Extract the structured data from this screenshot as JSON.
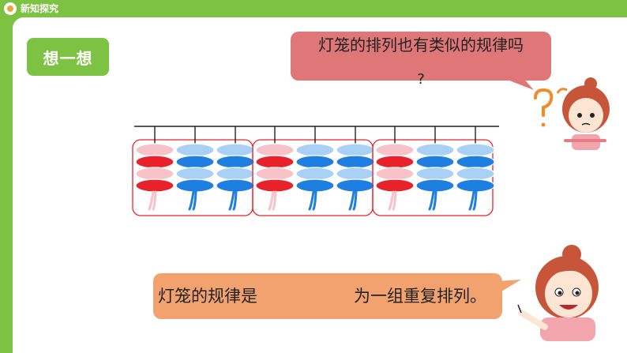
{
  "header": {
    "title": "新知探究",
    "logo_icon": "mascot-logo-icon"
  },
  "think_badge": {
    "label": "想一想"
  },
  "question_bubble": {
    "line1": "灯笼的排列也有类似的规律吗",
    "line2": "?"
  },
  "answer_bubble": {
    "before": "灯笼的规律是",
    "after": "为一组重复排列。"
  },
  "lantern_pattern": {
    "groups": 3,
    "per_group": [
      "red",
      "blue",
      "blue"
    ],
    "colors": {
      "red_dark": "#e8222a",
      "red_light": "#f7c3c8",
      "blue_dark": "#1e7fe0",
      "blue_light": "#a9d0f5",
      "green": "#7dc242"
    }
  },
  "characters": {
    "top_girl": "thinking-girl-icon",
    "bottom_girl": "pointing-girl-icon"
  }
}
